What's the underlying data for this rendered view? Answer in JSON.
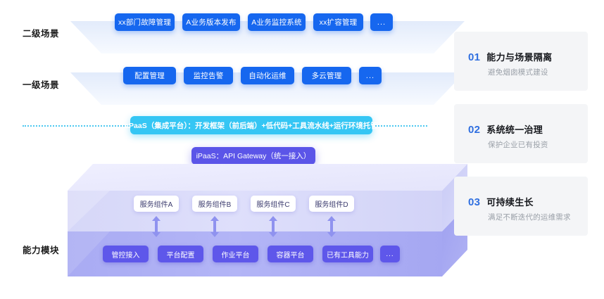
{
  "diagram": {
    "tiers": [
      {
        "label": "二级场景",
        "items": [
          "xx部门故障管理",
          "A业务版本发布",
          "A业务监控系统",
          "xx扩容管理",
          "..."
        ]
      },
      {
        "label": "一级场景",
        "items": [
          "配置管理",
          "监控告警",
          "自动化运维",
          "多云管理",
          "..."
        ]
      }
    ],
    "apaas": {
      "text": "aPaaS（集成平台）：开发框架（前后端）+低代码+工具流水线+运行环境托管"
    },
    "ipaas": {
      "text": "iPaaS：API Gateway（统一接入）"
    },
    "capability": {
      "label": "能力模块",
      "components": [
        "服务组件A",
        "服务组件B",
        "服务组件C",
        "服务组件D"
      ],
      "modules": [
        "管控接入",
        "平台配置",
        "作业平台",
        "容器平台",
        "已有工具能力",
        "..."
      ]
    }
  },
  "sidebar": {
    "cards": [
      {
        "num": "01",
        "title": "能力与场景隔离",
        "desc": "避免烟囱模式建设"
      },
      {
        "num": "02",
        "title": "系统统一治理",
        "desc": "保护企业已有投资"
      },
      {
        "num": "03",
        "title": "可持续生长",
        "desc": "满足不断迭代的运维需求"
      }
    ]
  },
  "colors": {
    "blue": "#1667ef",
    "cyan": "#35c6f4",
    "purple": "#5b55e8",
    "accent": "#2f6fe0"
  }
}
